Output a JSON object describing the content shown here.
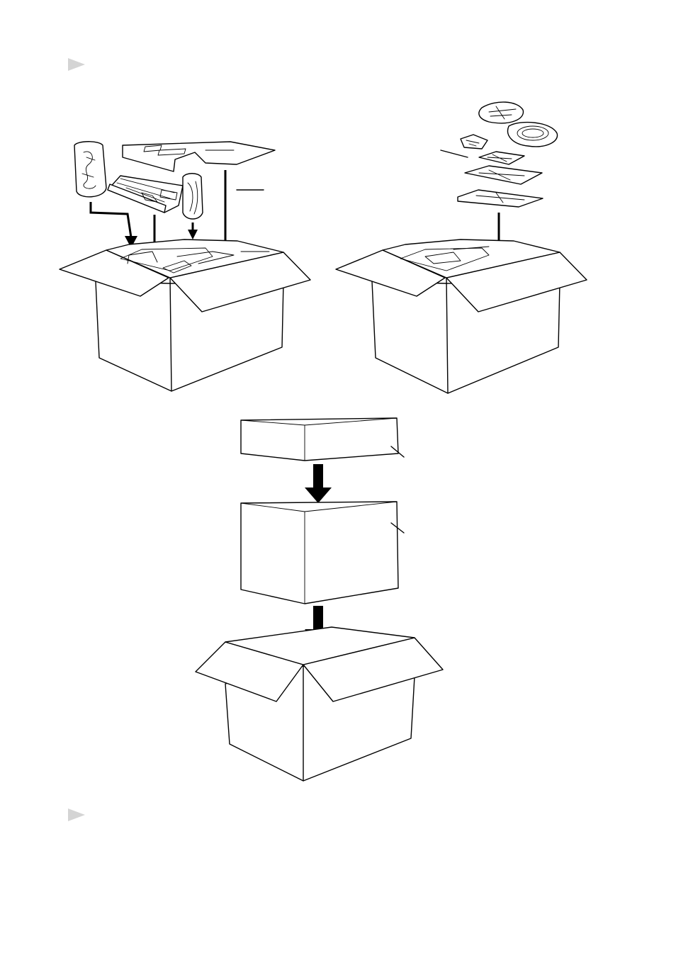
{
  "page": {
    "marker_color": "#d4d4d4",
    "line_color": "#000000"
  },
  "markers": [
    {
      "icon": "triangle-right"
    },
    {
      "icon": "triangle-right"
    }
  ],
  "figures": [
    {
      "name": "packing-inner-box-left",
      "depicts": "fax-machine-and-accessories-into-box"
    },
    {
      "name": "packing-inner-box-right",
      "depicts": "documents-and-cords-into-box"
    },
    {
      "name": "double-boxing",
      "depicts": "lid-and-inner-box-into-outer-carton"
    }
  ]
}
